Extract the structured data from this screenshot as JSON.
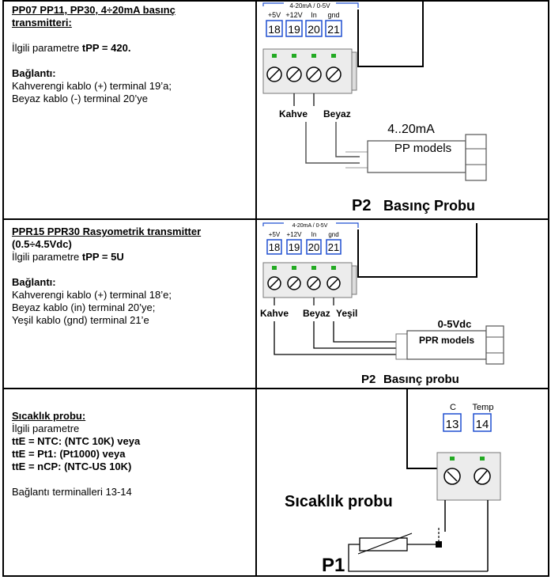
{
  "row1": {
    "title_line1": "PP07  PP11,  PP30,  4÷20mA  basınç",
    "title_line2": "transmitteri:",
    "param_prefix": "İlgili parametre ",
    "param_value": "tPP = 420.",
    "conn_heading": "Bağlantı:",
    "conn_lines": [
      "Kahverengi kablo (+) terminal 19’a;",
      "Beyaz kablo  (-) terminal 20’ye"
    ],
    "fig": {
      "range_label": "4-20mA / 0-5V",
      "terminal_labels": [
        "+5V",
        "+12V",
        "In",
        "gnd"
      ],
      "terminal_numbers": [
        "18",
        "19",
        "20",
        "21"
      ],
      "wire_labels": [
        "Kahve",
        "Beyaz"
      ],
      "sensor_signal": "4..20mA",
      "sensor_model": "PP models",
      "probe_id": "P2",
      "probe_name": "Basınç Probu"
    }
  },
  "row2": {
    "title_line1": "PPR15 PPR30 Rasyometrik transmitter",
    "title_line2": "(0.5÷4.5Vdc)",
    "param_prefix": "İlgili parametre ",
    "param_value": "tPP = 5U",
    "conn_heading": "Bağlantı:",
    "conn_lines": [
      "Kahverengi kablo (+) terminal 18’e;",
      "Beyaz kablo (in) terminal 20’ye;",
      "Yeşil kablo (gnd) terminal 21’e"
    ],
    "fig": {
      "range_label": "4-20mA / 0-5V",
      "terminal_labels": [
        "+5V",
        "+12V",
        "In",
        "gnd"
      ],
      "terminal_numbers": [
        "18",
        "19",
        "20",
        "21"
      ],
      "wire_labels": [
        "Kahve",
        "Beyaz",
        "Yeşil"
      ],
      "sensor_signal": "0-5Vdc",
      "sensor_model": "PPR models",
      "probe_id": "P2",
      "probe_name": "Basınç probu"
    }
  },
  "row3": {
    "title": "Sıcaklık probu:",
    "param_label": "İlgili parametre",
    "param_lines": [
      "ttE = NTC: (NTC 10K) veya",
      "ttE = Pt1: (Pt1000) veya",
      "ttE = nCP: (NTC-US 10K)"
    ],
    "terminals_text": "Bağlantı terminalleri 13-14",
    "fig": {
      "terminal_labels": [
        "C",
        "Temp"
      ],
      "terminal_numbers": [
        "13",
        "14"
      ],
      "probe_name": "Sıcaklık probu",
      "probe_id": "P1"
    }
  },
  "colors": {
    "terminal_blue": "#1f4fd0",
    "led_green": "#22aa22",
    "border": "#000000"
  }
}
